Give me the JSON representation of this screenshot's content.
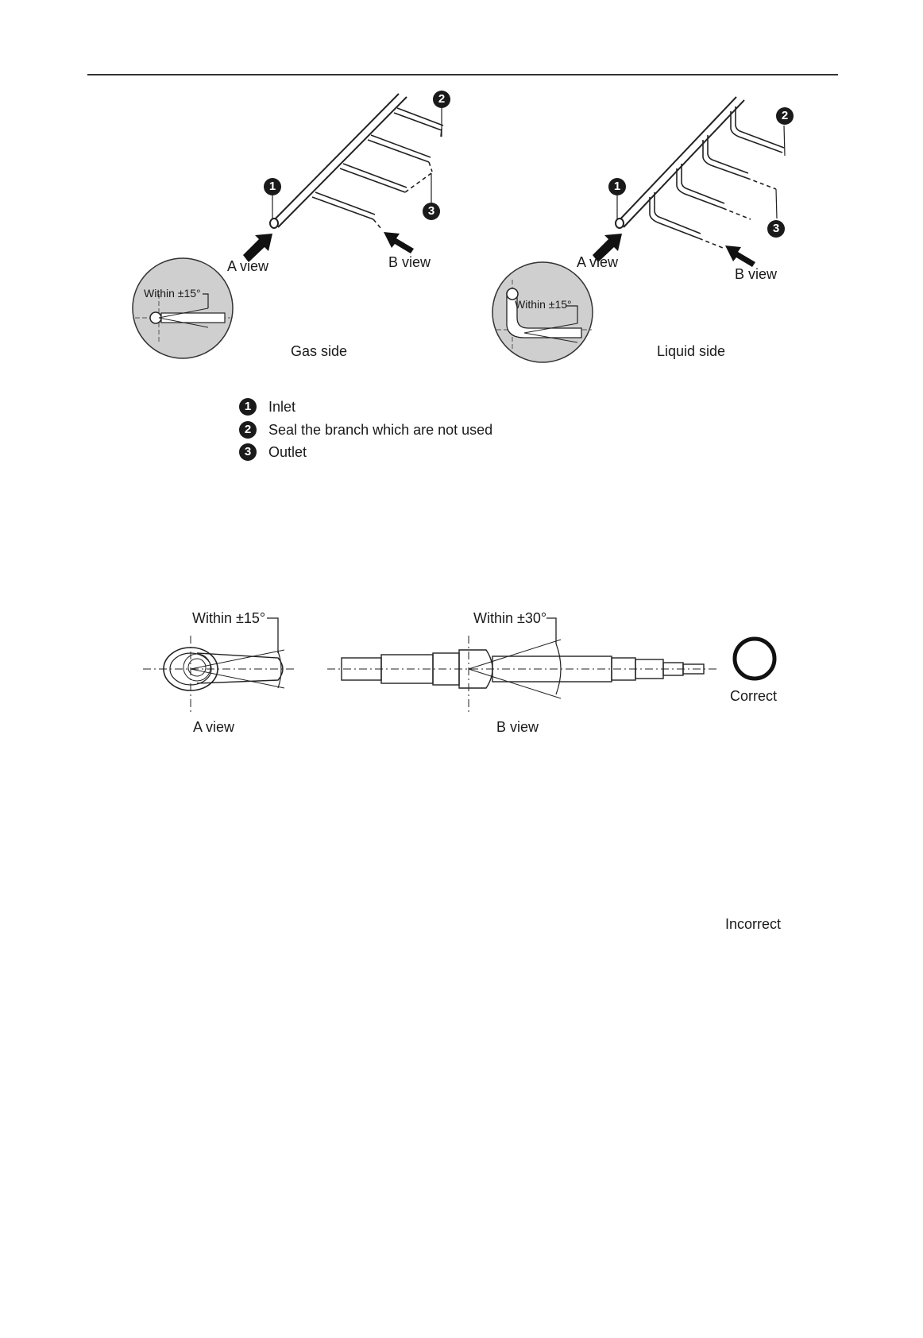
{
  "figure1": {
    "gas": {
      "caption": "Gas side",
      "a_view": "A view",
      "b_view": "B view",
      "inset_label": "Within ±15°",
      "callouts": [
        "1",
        "2",
        "3"
      ]
    },
    "liquid": {
      "caption": "Liquid side",
      "a_view": "A view",
      "b_view": "B view",
      "inset_label": "Within ±15°",
      "callouts": [
        "1",
        "2",
        "3"
      ]
    }
  },
  "legend": [
    {
      "num": "1",
      "text": "Inlet"
    },
    {
      "num": "2",
      "text": "Seal the branch which are not used"
    },
    {
      "num": "3",
      "text": "Outlet"
    }
  ],
  "figure2": {
    "a_angle": "Within ±15°",
    "b_angle": "Within ±30°",
    "a_view": "A view",
    "b_view": "B view",
    "status": "Correct"
  },
  "figure3": {
    "status": "Incorrect"
  }
}
